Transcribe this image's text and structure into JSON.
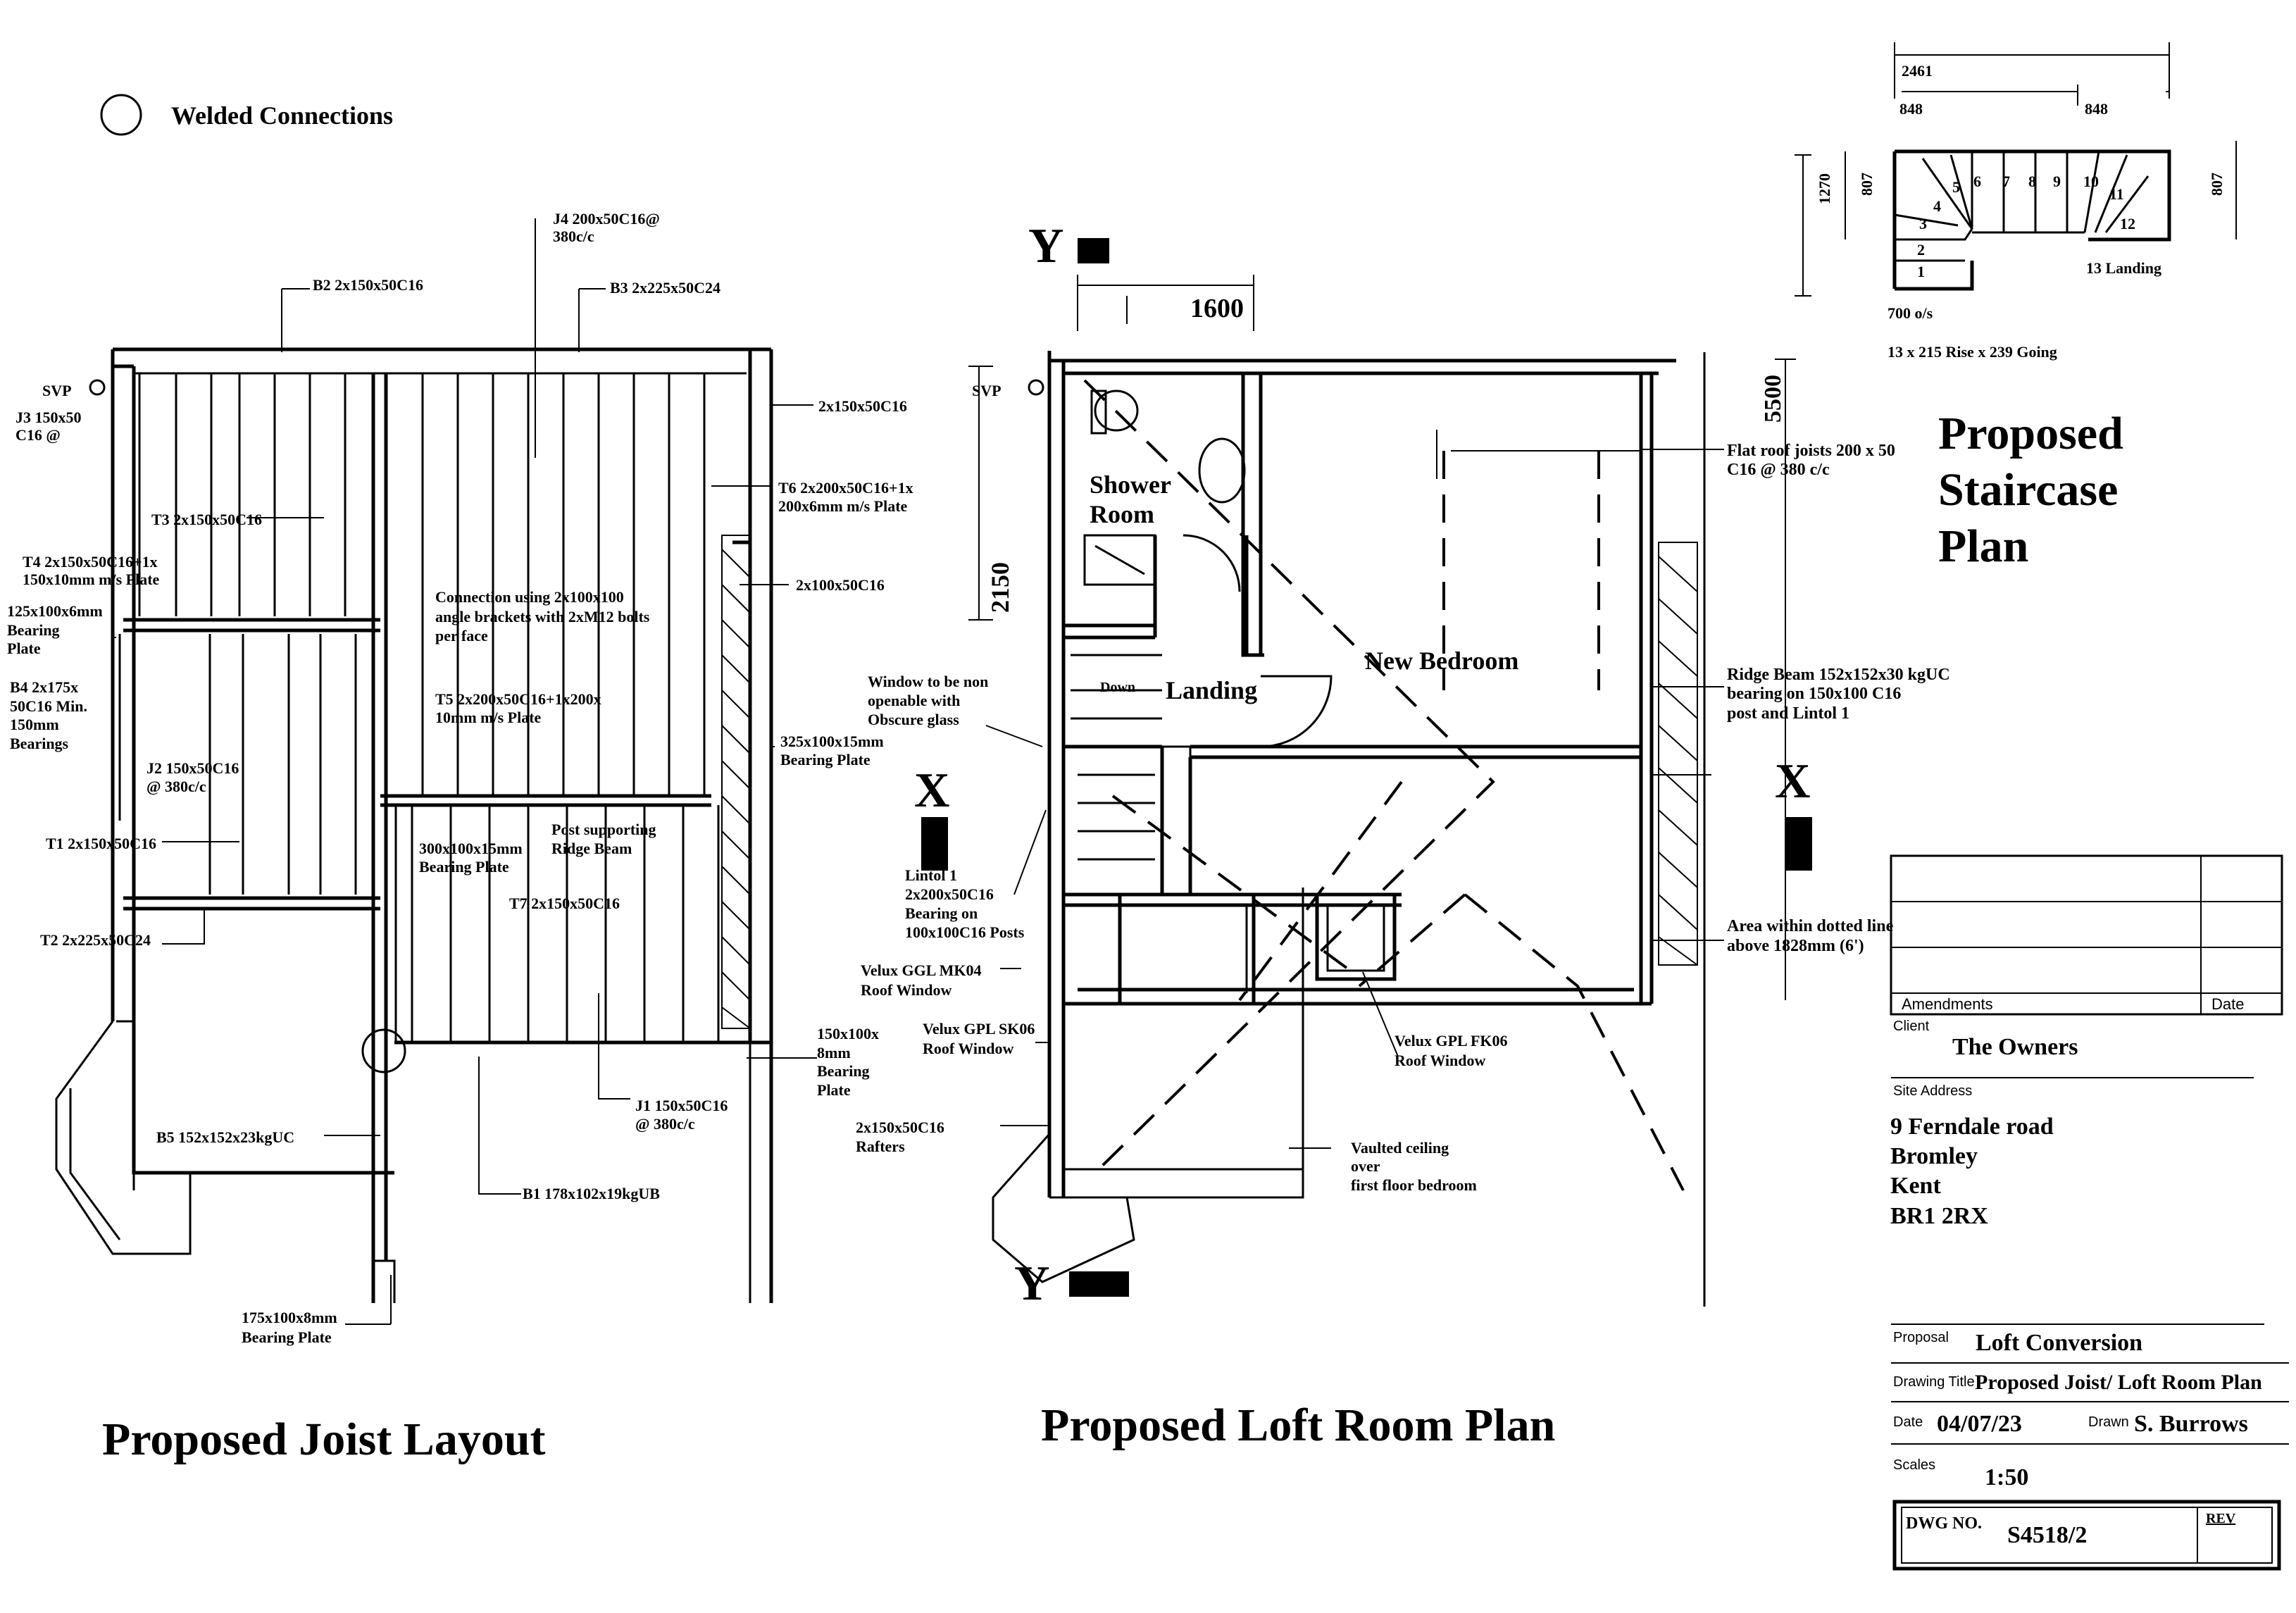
{
  "legend": {
    "welded": "Welded Connections"
  },
  "joist_layout": {
    "title": "Proposed Joist Layout",
    "svp": "SVP",
    "labels": {
      "b2": "B2 2x150x50C16",
      "j4a": "J4 200x50C16@",
      "j4b": "380c/c",
      "b3": "B3 2x225x50C24",
      "j3a": "J3 150x50",
      "j3b": "C16 @",
      "r1": "2x150x50C16",
      "t6a": "T6 2x200x50C16+1x",
      "t6b": "200x6mm m/s Plate",
      "t3": "T3 2x150x50C16",
      "t4a": "T4 2x150x50C16+1x",
      "t4b": "150x10mm m/s Plate",
      "r2": "2x100x50C16",
      "p125a": "125x100x6mm",
      "p125b": "Bearing",
      "p125c": "Plate",
      "conna": "Connection using  2x100x100",
      "connb": "angle brackets with 2xM12 bolts",
      "connc": "per face",
      "b4a": "B4 2x175x",
      "b4b": "50C16 Min.",
      "b4c": "150mm",
      "b4d": "Bearings",
      "t5a": "T5 2x200x50C16+1x200x",
      "t5b": "10mm m/s Plate",
      "p325a": "325x100x15mm",
      "p325b": "Bearing Plate",
      "j2a": "J2 150x50C16",
      "j2b": "@ 380c/c",
      "posta": "Post supporting",
      "postb": "Ridge Beam",
      "t1": "T1 2x150x50C16",
      "p300a": "300x100x15mm",
      "p300b": "Bearing Plate",
      "t7": "T7 2x150x50C16",
      "t2": "T2 2x225x50C24",
      "p150a": "150x100x",
      "p150b": "8mm",
      "p150c": "Bearing",
      "p150d": "Plate",
      "j1a": "J1 150x50C16",
      "j1b": "@ 380c/c",
      "b5": "B5 152x152x23kgUC",
      "b1": "B1 178x102x19kgUB",
      "p175a": "175x100x8mm",
      "p175b": "Bearing Plate"
    }
  },
  "loft_plan": {
    "title": "Proposed Loft Room Plan",
    "svp": "SVP",
    "section_y": "Y",
    "section_x": "X",
    "dims": {
      "d1600": "1600",
      "d2150": "2150",
      "d5500": "5500"
    },
    "rooms": {
      "shower1": "Shower",
      "shower2": "Room",
      "landing": "Landing",
      "bedroom": "New Bedroom",
      "down": "Down"
    },
    "labels": {
      "flata": "Flat roof joists 200 x 50",
      "flatb": "C16 @ 380 c/c",
      "wina": "Window to be non",
      "winb": "openable with",
      "winc": "Obscure glass",
      "ridgea": "Ridge Beam 152x152x30 kgUC",
      "ridgeb": "bearing on 150x100 C16",
      "ridgec": "post and Lintol 1",
      "lintola": "Lintol 1",
      "lintolb": "2x200x50C16",
      "lintolc": "Bearing on",
      "lintold": "100x100C16 Posts",
      "areaa": "Area within dotted line",
      "areab": "above 1828mm (6')",
      "velux1a": "Velux GGL MK04",
      "velux1b": "Roof Window",
      "velux2a": "Velux GPL SK06",
      "velux2b": "Roof Window",
      "velux3a": "Velux GPL FK06",
      "velux3b": "Roof Window",
      "raftersa": "2x150x50C16",
      "raftersb": "Rafters",
      "vaulta": "Vaulted ceiling",
      "vaultb": "over",
      "vaultc": "first floor bedroom"
    }
  },
  "staircase": {
    "title1": "Proposed",
    "title2": "Staircase",
    "title3": "Plan",
    "dims": {
      "total": "2461",
      "left": "848",
      "right": "848",
      "h1270": "1270",
      "h807a": "807",
      "h807b": "807"
    },
    "steps": [
      "1",
      "2",
      "3",
      "4",
      "5",
      "6",
      "7",
      "8",
      "9",
      "10",
      "11",
      "12"
    ],
    "landing": "13 Landing",
    "os": "700 o/s",
    "rise": "13 x 215 Rise x 239 Going"
  },
  "title_block": {
    "amendments": "Amendments",
    "date_col": "Date",
    "client_label": "Client",
    "client": "The Owners",
    "site_label": "Site Address",
    "address": [
      "9 Ferndale road",
      "Bromley",
      "Kent",
      "BR1 2RX"
    ],
    "proposal_label": "Proposal",
    "proposal": "Loft Conversion",
    "drawing_title_label": "Drawing Title",
    "drawing_title": "Proposed Joist/ Loft Room Plan",
    "date_label": "Date",
    "date": "04/07/23",
    "drawn_label": "Drawn",
    "drawn": "S. Burrows",
    "scales_label": "Scales",
    "scale": "1:50",
    "dwg_label": "DWG NO.",
    "dwg": "S4518/2",
    "rev_label": "REV"
  }
}
